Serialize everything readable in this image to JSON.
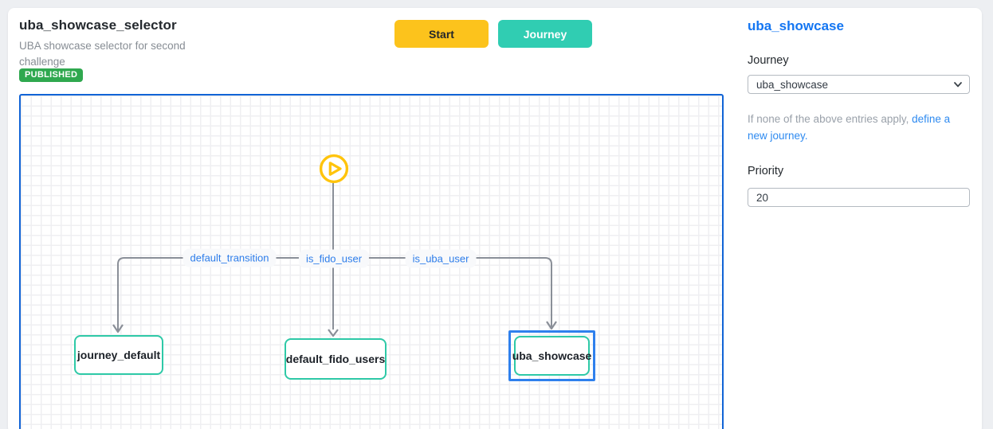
{
  "header": {
    "title": "uba_showcase_selector",
    "description": "UBA showcase selector for second challenge",
    "status_badge": "PUBLISHED"
  },
  "toolbar": {
    "start_label": "Start",
    "journey_label": "Journey"
  },
  "canvas": {
    "start_icon": "play-icon",
    "edges": [
      {
        "label": "default_transition"
      },
      {
        "label": "is_fido_user"
      },
      {
        "label": "is_uba_user"
      }
    ],
    "nodes": [
      {
        "label": "journey_default",
        "selected": false
      },
      {
        "label": "default_fido_users",
        "selected": false
      },
      {
        "label": "uba_showcase",
        "selected": true
      }
    ]
  },
  "panel": {
    "title": "uba_showcase",
    "journey": {
      "label": "Journey",
      "value": "uba_showcase"
    },
    "help": {
      "prefix": "If none of the above entries apply, ",
      "link": "define a new journey."
    },
    "priority": {
      "label": "Priority",
      "value": "20"
    }
  },
  "colors": {
    "accent_blue": "#1476f2",
    "link_blue": "#2e8af0",
    "canvas_border_blue": "#1164d6",
    "selection_blue": "#2f80ed",
    "node_teal": "#2ec9a7",
    "button_yellow": "#fcc31c",
    "button_teal": "#30cdb2",
    "badge_green": "#2fa84f",
    "edge_gray": "#8a8f98",
    "edge_label_blue": "#2d7dea"
  }
}
